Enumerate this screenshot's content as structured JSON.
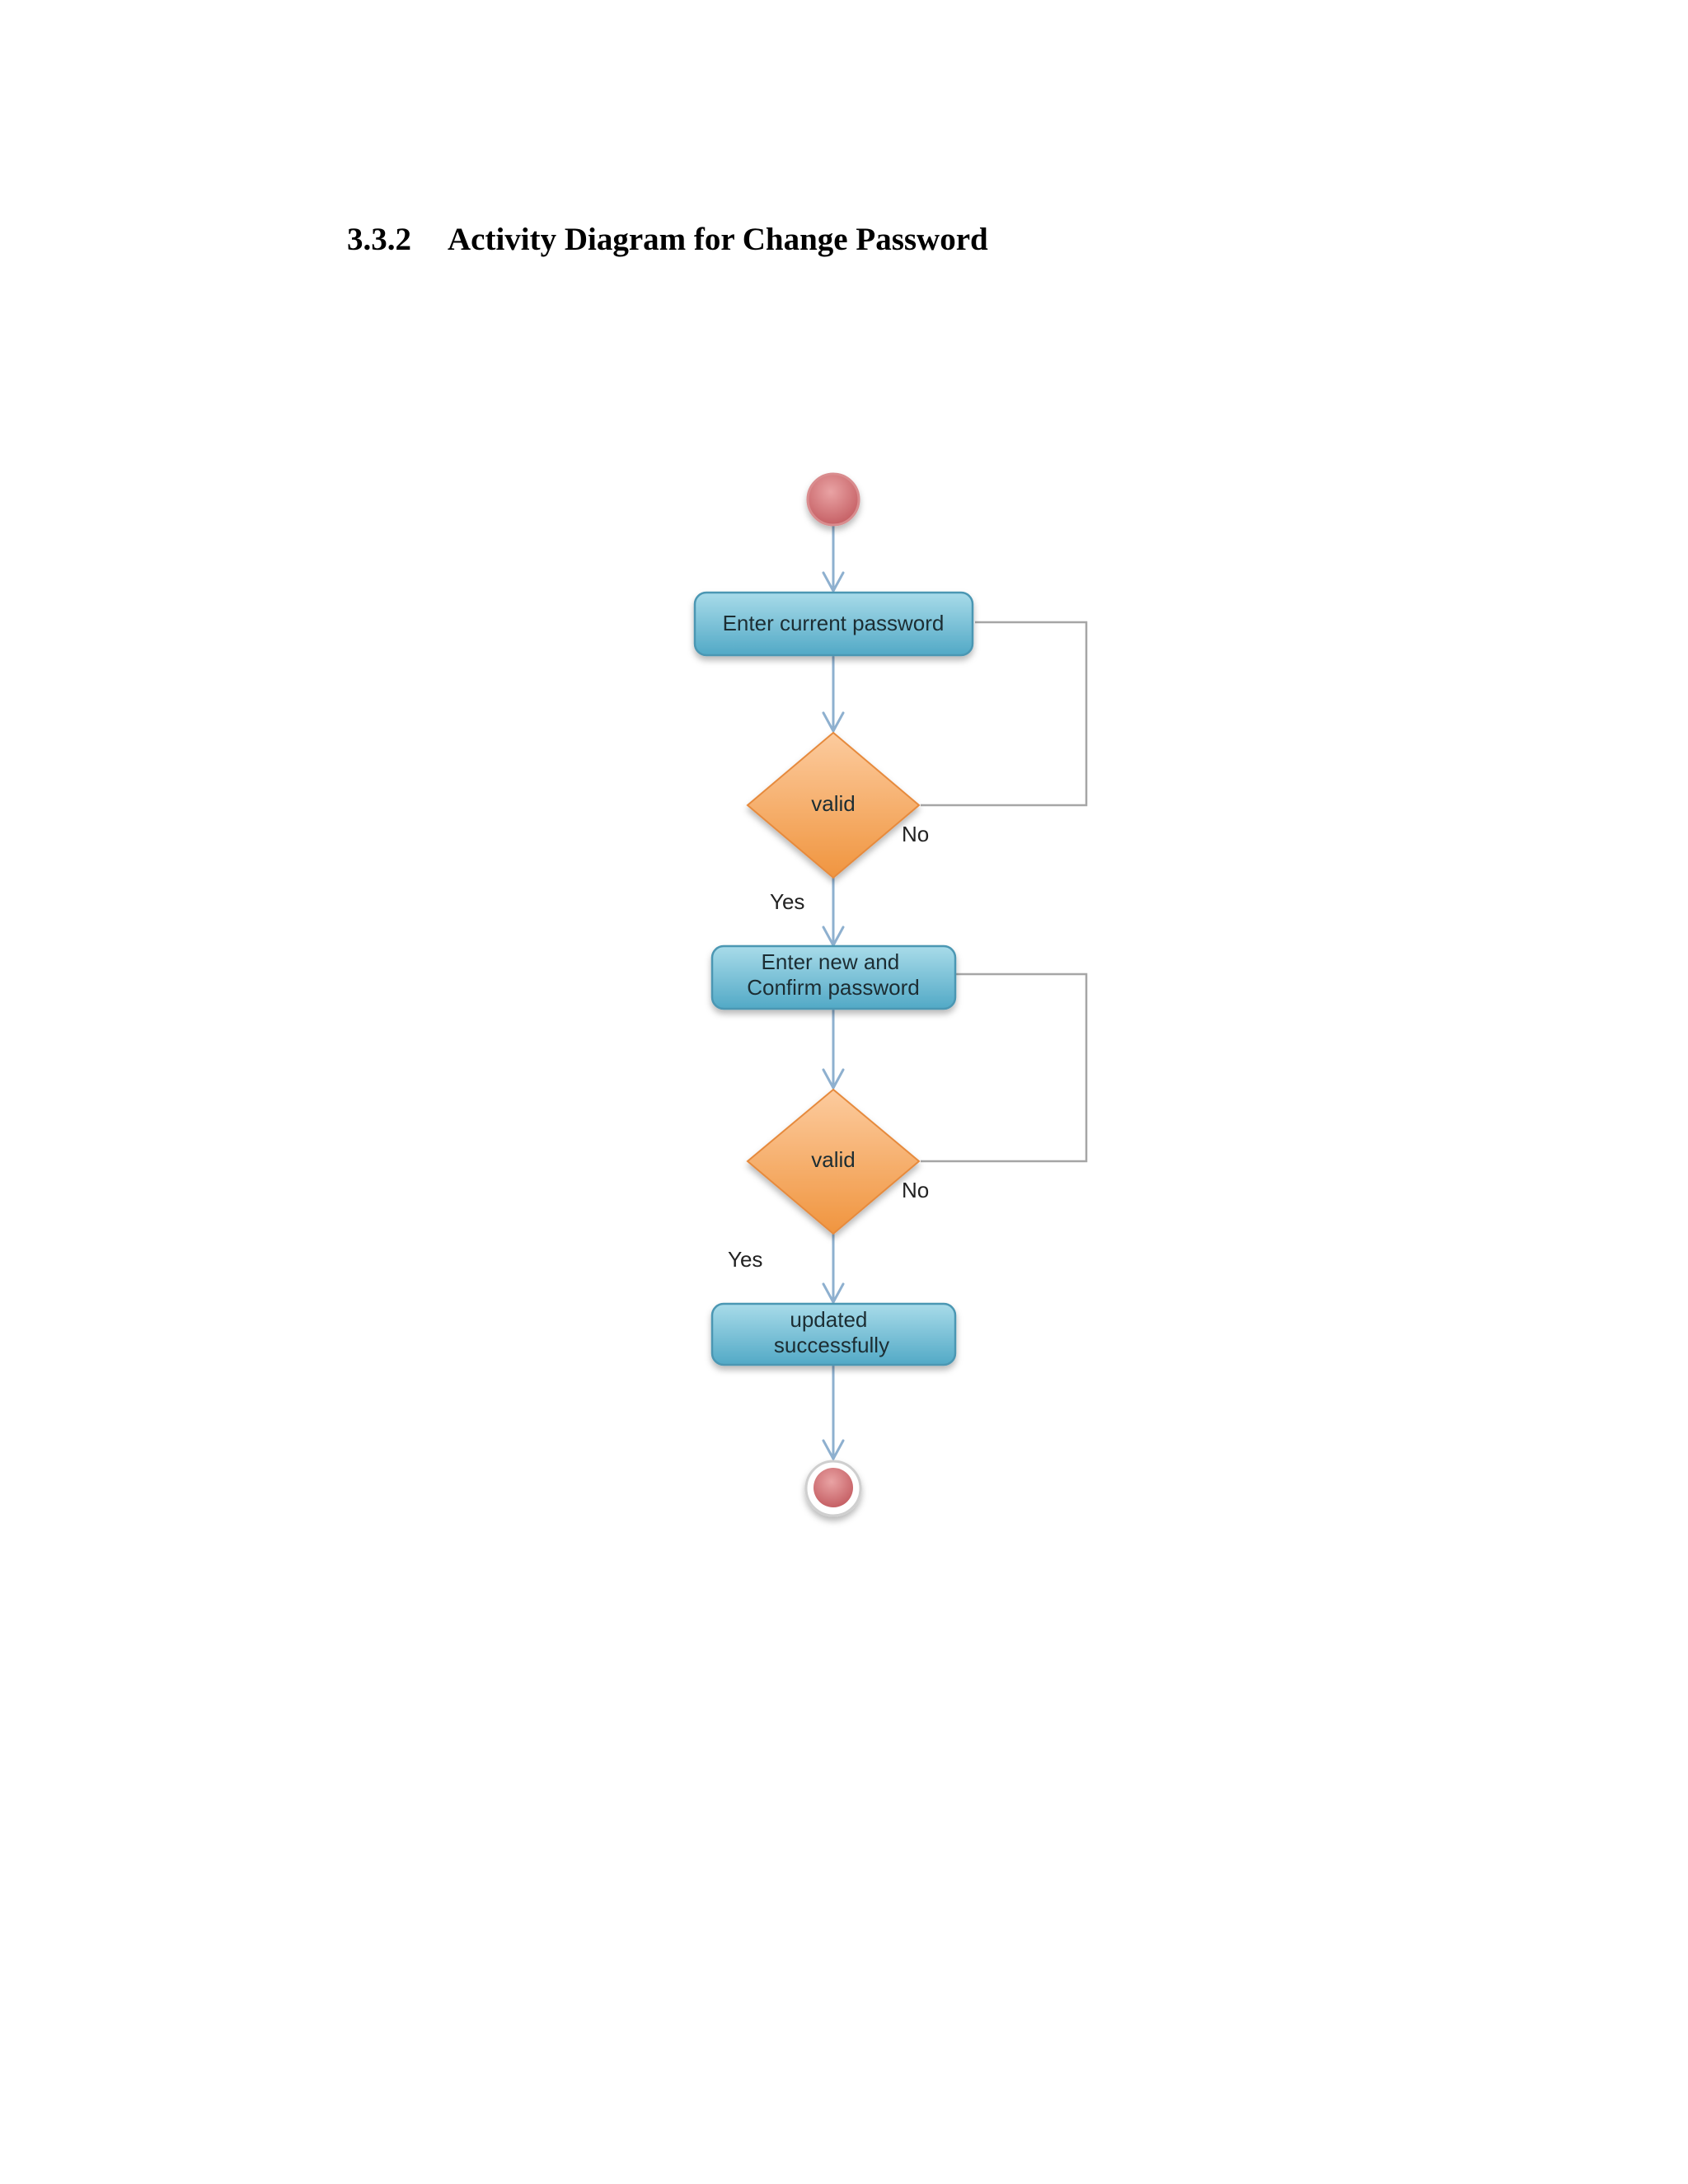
{
  "heading": {
    "number": "3.3.2",
    "title": "Activity Diagram for Change Password"
  },
  "diagram": {
    "activities": {
      "enter_current": [
        "Enter current password"
      ],
      "enter_new": [
        "Enter new and",
        "Confirm password"
      ],
      "updated": [
        "updated",
        "successfully"
      ]
    },
    "decisions": {
      "first": "valid",
      "second": "valid"
    },
    "branch_labels": {
      "first_yes": "Yes",
      "first_no": "No",
      "second_yes": "Yes",
      "second_no": "No"
    }
  },
  "colors": {
    "activity_fill_top": "#a8dbe9",
    "activity_fill_bottom": "#52a9c6",
    "activity_stroke": "#4b97b3",
    "decision_fill_top": "#fccb9e",
    "decision_fill_bottom": "#f0953f",
    "node_fill": "#cc6b6e",
    "connector": "#8eb0cf",
    "loop_line": "#a6a6a6"
  }
}
